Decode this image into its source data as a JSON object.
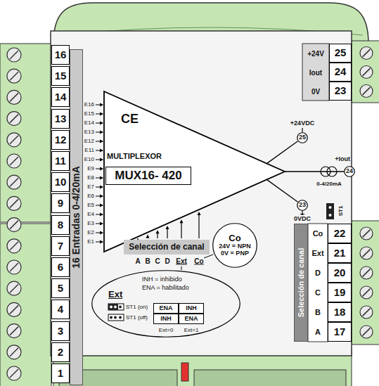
{
  "diagram": {
    "nodes": [
      {
        "text": [
          "16"
        ]
      },
      {
        "text": [
          "15"
        ]
      },
      {
        "text": [
          "14"
        ]
      },
      {
        "text": [
          "13"
        ]
      },
      {
        "text": [
          "12"
        ]
      },
      {
        "text": [
          "11"
        ]
      },
      {
        "text": [
          "10"
        ]
      },
      {
        "text": [
          "9"
        ]
      },
      {
        "text": [
          "8"
        ]
      },
      {
        "text": [
          "7"
        ]
      },
      {
        "text": [
          "6"
        ]
      },
      {
        "text": [
          "5"
        ]
      },
      {
        "text": [
          "4"
        ]
      },
      {
        "text": [
          "3"
        ]
      },
      {
        "text": [
          "2"
        ]
      },
      {
        "text": [
          "1"
        ]
      },
      {
        "text": [
          "16 Entradas 0-4/20mA"
        ]
      },
      {
        "text": [
          "CE",
          "MULTIPLEXOR"
        ]
      },
      {
        "text": [
          "MUX16- 420"
        ],
        "in": 17
      },
      {
        "text": [
          "25"
        ]
      },
      {
        "text": [
          "24"
        ]
      },
      {
        "text": [
          "23"
        ]
      },
      {
        "text": [
          "Selección de canal"
        ]
      },
      {
        "text": [
          "Co",
          "24V = NPN",
          "0V = PNP"
        ]
      },
      {
        "text": [
          "Ext",
          "INH = inhibido",
          "ENA = habilitado"
        ]
      },
      {
        "text": [
          "ENA"
        ],
        "in": 24
      },
      {
        "text": [
          "INH"
        ],
        "in": 24
      },
      {
        "text": [
          "INH"
        ],
        "in": 24
      },
      {
        "text": [
          "ENA"
        ],
        "in": 24
      },
      {
        "text": [
          "25"
        ]
      },
      {
        "text": [
          "24"
        ]
      },
      {
        "text": [
          "23"
        ]
      },
      {
        "text": [
          "22"
        ]
      },
      {
        "text": [
          "21"
        ]
      },
      {
        "text": [
          "20"
        ]
      },
      {
        "text": [
          "19"
        ]
      },
      {
        "text": [
          "18"
        ]
      },
      {
        "text": [
          "17"
        ]
      },
      {
        "text": [
          "Selección de canal"
        ]
      }
    ],
    "edges": [
      {
        "from": 19,
        "to": 17,
        "arrow": "none"
      },
      {
        "from": 17,
        "to": 20,
        "arrow": "none"
      },
      {
        "from": 17,
        "to": 21,
        "arrow": "none"
      }
    ],
    "labels": [
      "E16",
      "E15",
      "E14",
      "E13",
      "E12",
      "E11",
      "E10",
      "E9",
      "E8",
      "E7",
      "E6",
      "E5",
      "E4",
      "E3",
      "E2",
      "E1",
      "+24VDC",
      "+Iout",
      "0-4/20mA",
      "0VDC",
      "ST1",
      "A",
      "B",
      "C",
      "D",
      "Ext",
      "Co",
      "ST1 (on)",
      "ST1 (off)",
      "Ext=0",
      "Ext=1",
      "+24V",
      "Iout",
      "0V",
      "Co",
      "Ext",
      "D",
      "C",
      "B",
      "A"
    ]
  }
}
